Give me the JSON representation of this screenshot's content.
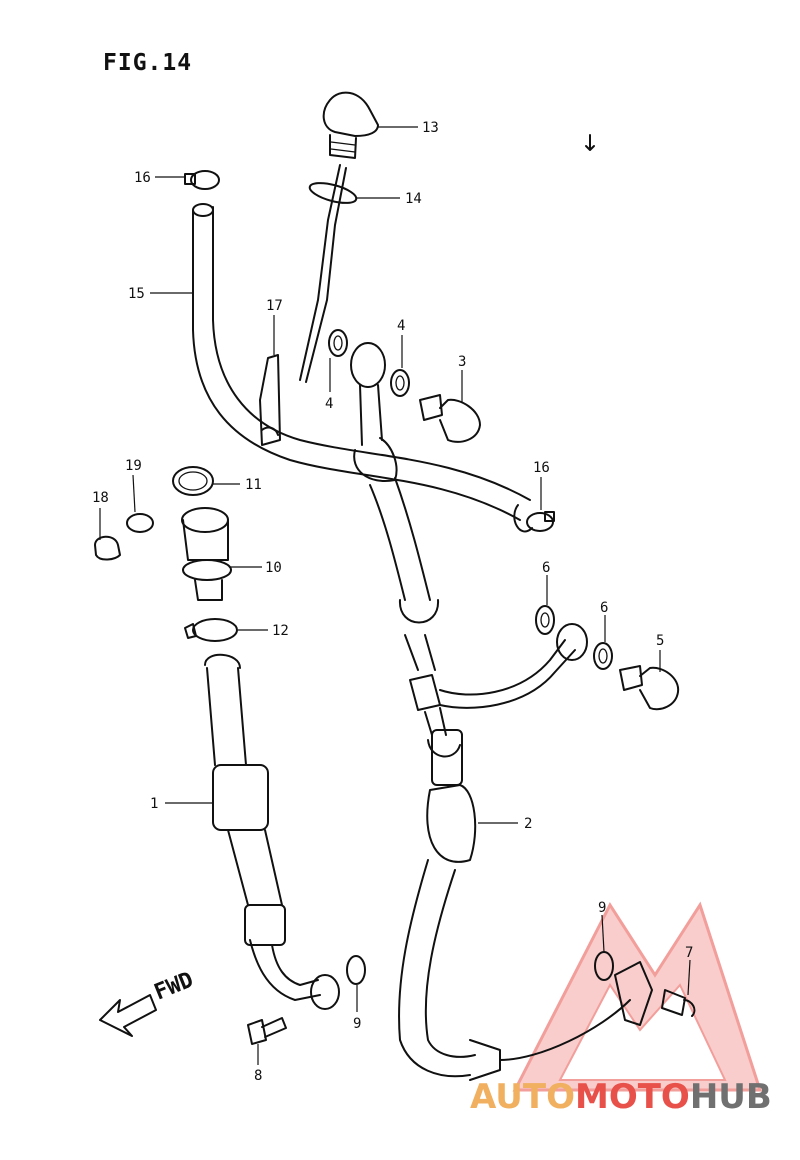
{
  "figure": {
    "title": "FIG.14"
  },
  "direction": {
    "label": "FWD"
  },
  "callouts": {
    "c1": "1",
    "c2": "2",
    "c3": "3",
    "c4a": "4",
    "c4b": "4",
    "c5": "5",
    "c6a": "6",
    "c6b": "6",
    "c7": "7",
    "c8": "8",
    "c9a": "9",
    "c9b": "9",
    "c10": "10",
    "c11": "11",
    "c12": "12",
    "c13": "13",
    "c14": "14",
    "c15": "15",
    "c16a": "16",
    "c16b": "16",
    "c17": "17",
    "c18": "18",
    "c19": "19"
  },
  "watermark": {
    "part1": "AUTO",
    "part2": "MOTO",
    "part3": "HUB",
    "colors": {
      "red": "#e8504a",
      "orange": "#f0b060",
      "gray": "#707070"
    }
  }
}
